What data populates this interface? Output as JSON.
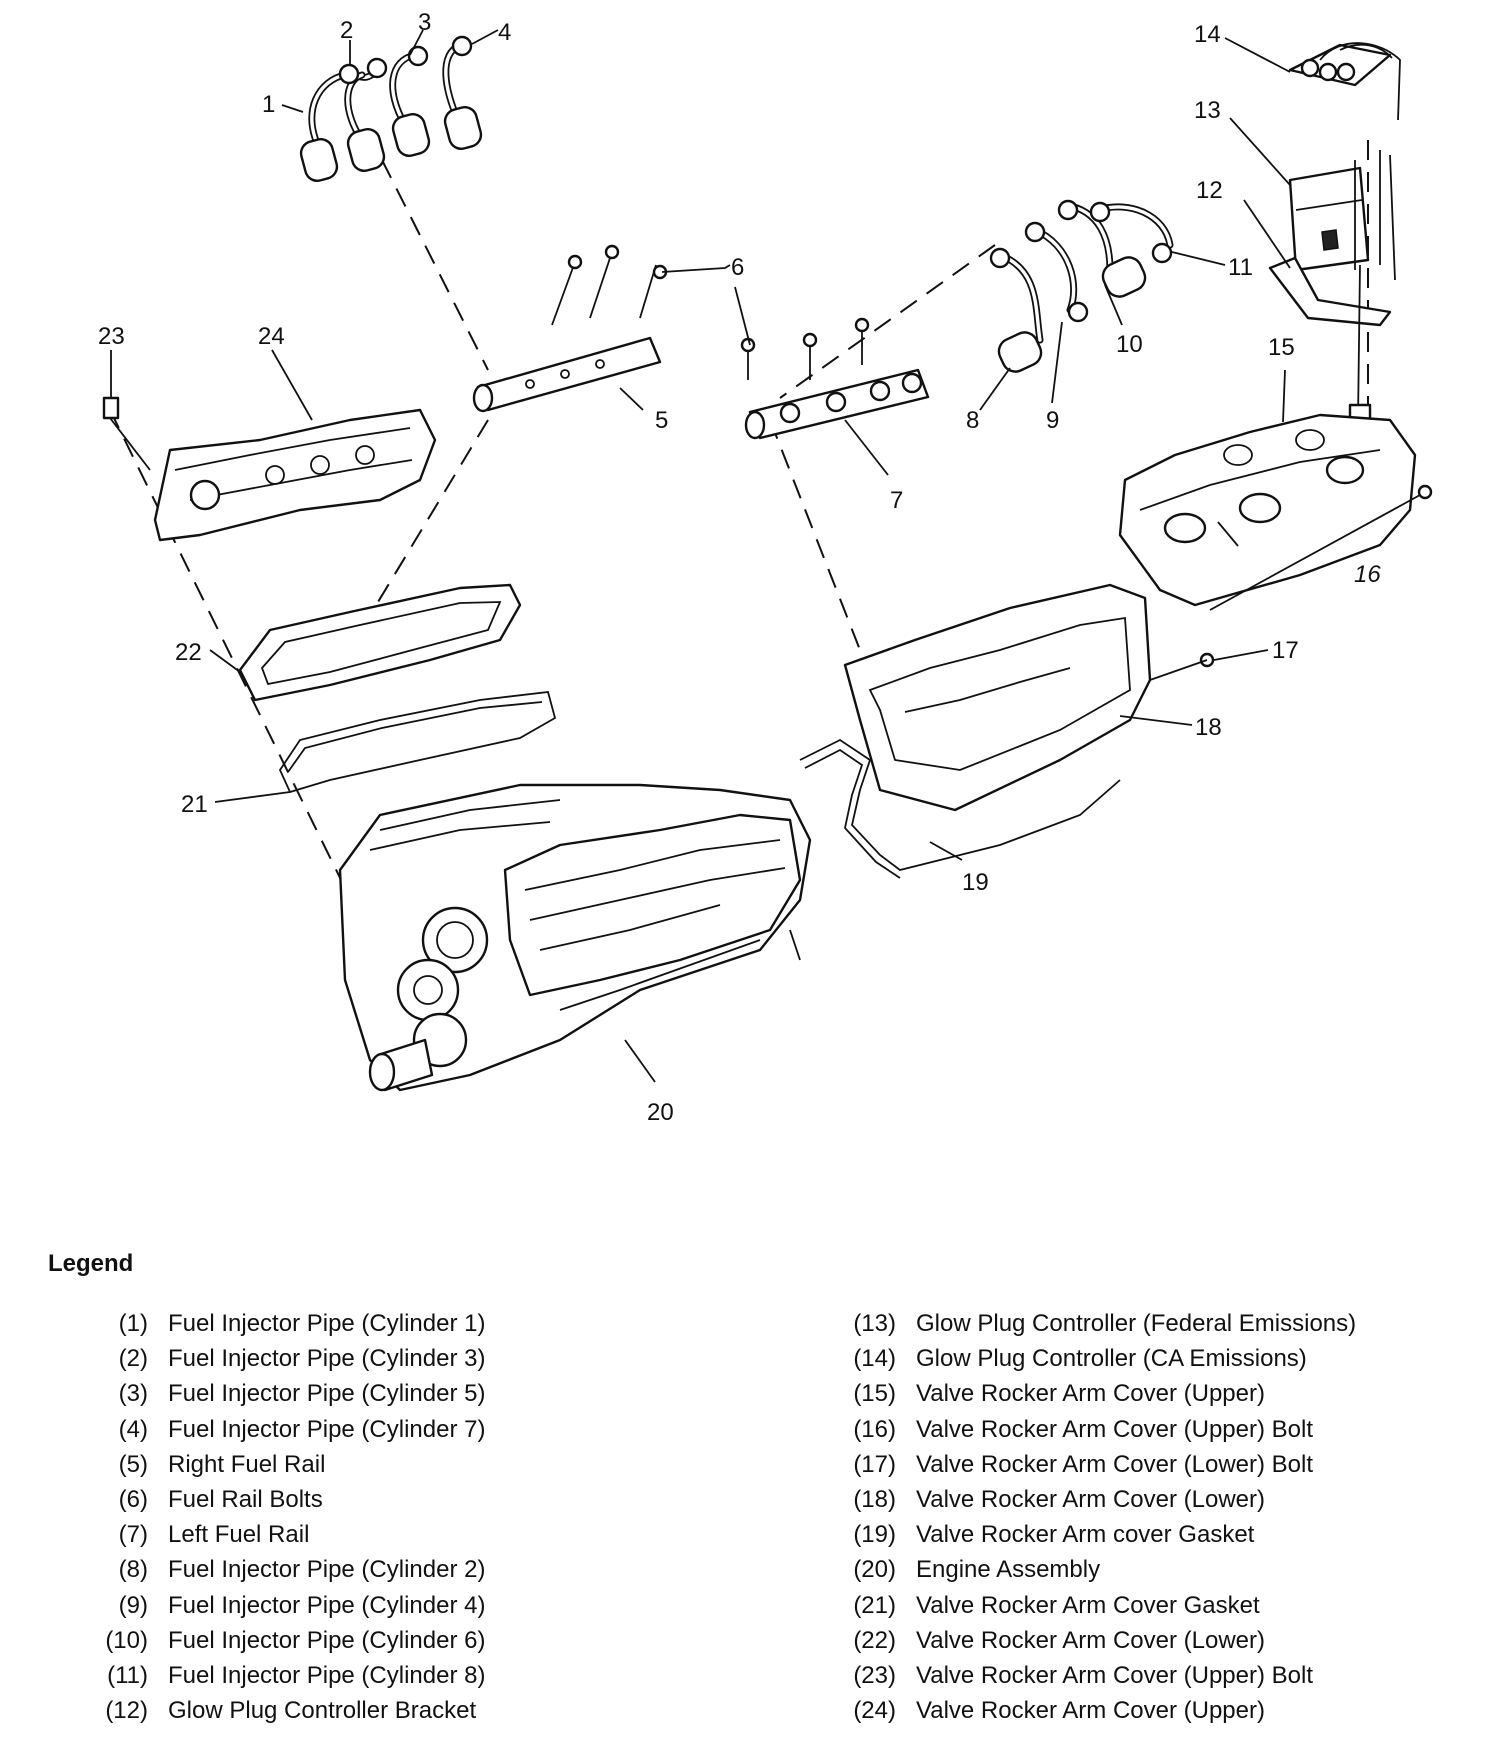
{
  "callouts": [
    "1",
    "2",
    "3",
    "4",
    "5",
    "6",
    "7",
    "8",
    "9",
    "10",
    "11",
    "12",
    "13",
    "14",
    "15",
    "16",
    "17",
    "18",
    "19",
    "20",
    "21",
    "22",
    "23",
    "24"
  ],
  "legend": {
    "title": "Legend",
    "items": [
      {
        "num": "(1)",
        "name": "Fuel Injector Pipe (Cylinder 1)"
      },
      {
        "num": "(2)",
        "name": "Fuel Injector Pipe (Cylinder 3)"
      },
      {
        "num": "(3)",
        "name": "Fuel Injector Pipe (Cylinder 5)"
      },
      {
        "num": "(4)",
        "name": "Fuel Injector Pipe (Cylinder 7)"
      },
      {
        "num": "(5)",
        "name": "Right Fuel Rail"
      },
      {
        "num": "(6)",
        "name": "Fuel Rail Bolts"
      },
      {
        "num": "(7)",
        "name": "Left Fuel Rail"
      },
      {
        "num": "(8)",
        "name": "Fuel Injector Pipe (Cylinder 2)"
      },
      {
        "num": "(9)",
        "name": "Fuel Injector Pipe (Cylinder 4)"
      },
      {
        "num": "(10)",
        "name": "Fuel Injector Pipe (Cylinder 6)"
      },
      {
        "num": "(11)",
        "name": "Fuel Injector Pipe (Cylinder 8)"
      },
      {
        "num": "(12)",
        "name": "Glow Plug Controller Bracket"
      },
      {
        "num": "(13)",
        "name": "Glow Plug Controller (Federal Emissions)"
      },
      {
        "num": "(14)",
        "name": "Glow Plug Controller (CA Emissions)"
      },
      {
        "num": "(15)",
        "name": "Valve Rocker Arm Cover (Upper)"
      },
      {
        "num": "(16)",
        "name": "Valve Rocker Arm Cover (Upper) Bolt"
      },
      {
        "num": "(17)",
        "name": "Valve Rocker Arm Cover (Lower) Bolt"
      },
      {
        "num": "(18)",
        "name": "Valve Rocker Arm Cover (Lower)"
      },
      {
        "num": "(19)",
        "name": "Valve Rocker Arm cover Gasket"
      },
      {
        "num": "(20)",
        "name": "Engine Assembly"
      },
      {
        "num": "(21)",
        "name": "Valve Rocker Arm Cover Gasket"
      },
      {
        "num": "(22)",
        "name": "Valve Rocker Arm Cover (Lower)"
      },
      {
        "num": "(23)",
        "name": "Valve Rocker Arm Cover (Upper) Bolt"
      },
      {
        "num": "(24)",
        "name": "Valve Rocker Arm Cover (Upper)"
      }
    ]
  }
}
